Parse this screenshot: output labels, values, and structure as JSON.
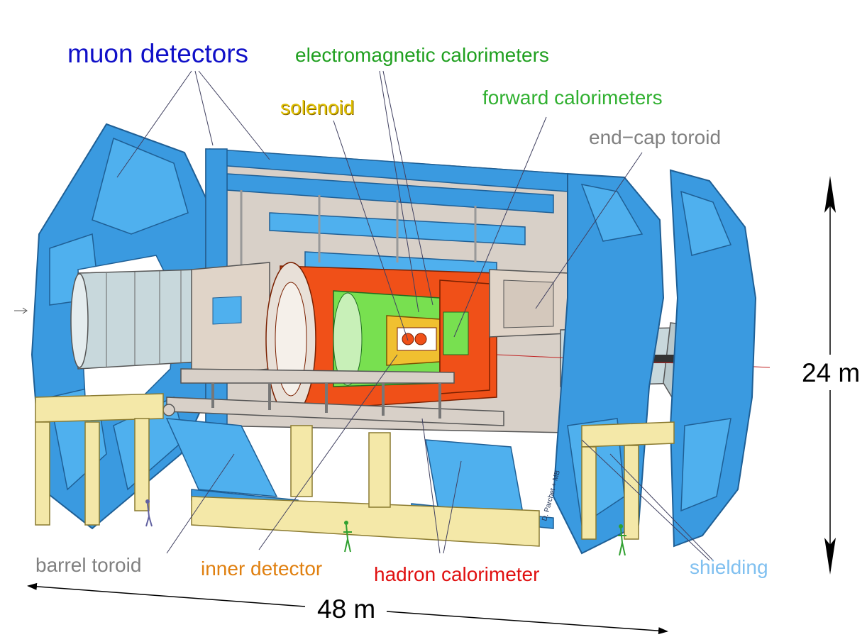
{
  "labels": {
    "muon_detectors": "muon detectors",
    "electromagnetic_calorimeters": "electromagnetic calorimeters",
    "solenoid": "solenoid",
    "forward_calorimeters": "forward calorimeters",
    "end_cap_toroid": "end−cap toroid",
    "barrel_toroid": "barrel toroid",
    "inner_detector": "inner detector",
    "hadron_calorimeter": "hadron calorimeter",
    "shielding": "shielding"
  },
  "dimensions": {
    "height": "24 m",
    "length": "48 m"
  },
  "signature": "D. Parchet + MB",
  "colors": {
    "muon": "#1010c8",
    "em": "#20a020",
    "solenoid": "#e0c000",
    "forward": "#30b030",
    "endcap": "#808080",
    "barrel": "#808080",
    "inner": "#e08010",
    "hadron": "#e01010",
    "shielding": "#80c0f0",
    "chamber_blue": "#3a9ae0",
    "support_yellow": "#f4e8a8",
    "hadron_fill": "#f05018",
    "em_fill": "#78e050",
    "steel": "#d8d0c8"
  }
}
